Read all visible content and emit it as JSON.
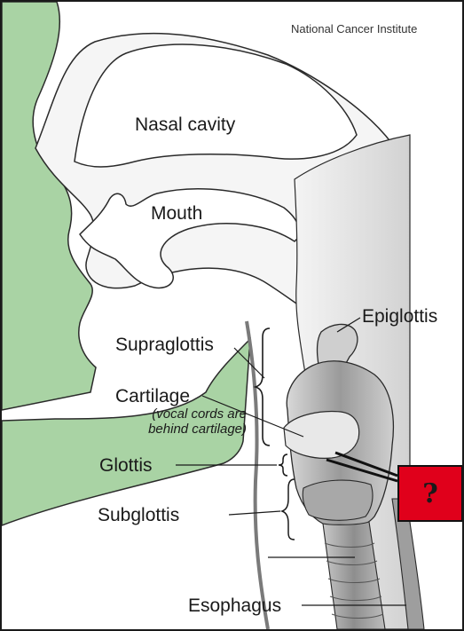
{
  "credit": "National Cancer Institute",
  "labels": {
    "nasal_cavity": "Nasal cavity",
    "mouth": "Mouth",
    "epiglottis": "Epiglottis",
    "supraglottis": "Supraglottis",
    "cartilage": "Cartilage",
    "cartilage_note_1": "(vocal cords are",
    "cartilage_note_2": "behind cartilage)",
    "glottis": "Glottis",
    "subglottis": "Subglottis",
    "esophagus": "Esophagus"
  },
  "question_box": {
    "text": "?",
    "fill_color": "#e0001b"
  },
  "colors": {
    "skin": "#a9d3a4",
    "tissue_light": "#e6e6e6",
    "tissue_mid": "#b9b9b9",
    "outline": "#2a2a2a"
  }
}
